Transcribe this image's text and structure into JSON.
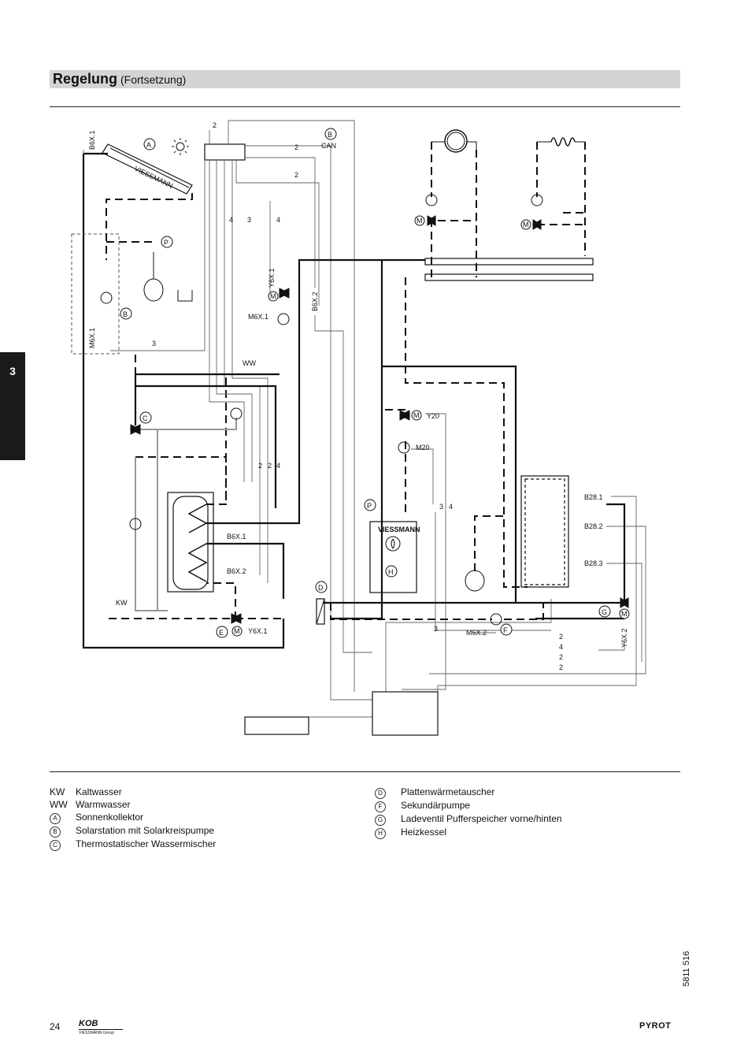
{
  "header": {
    "title": "Regelung",
    "subtitle": "(Fortsetzung)"
  },
  "chapter_tab": "3",
  "diagram_labels": {
    "A": "A",
    "B": "B",
    "C": "C",
    "D": "D",
    "E": "E",
    "F": "F",
    "G": "G",
    "H": "H",
    "can": "CAN",
    "b6x1_top": "B6X.1",
    "m6x1_left": "M6X.1",
    "y6x1_mid": "Y6X.1",
    "b6x2_mid": "B6X.2",
    "m6x1_mid": "M6X.1",
    "ww": "WW",
    "kw": "KW",
    "b6x1_tank": "B6X.1",
    "b6x2_tank": "B6X.2",
    "y6x1_bottom": "Y6X.1",
    "y20": "Y20",
    "m20": "M20",
    "m6x2": "M6X.2",
    "b28_1": "B28.1",
    "b28_2": "B28.2",
    "b28_3": "B28.3",
    "y6x2": "Y6X.2",
    "n2": "2",
    "n3": "3",
    "n4": "4",
    "m": "M",
    "p": "P",
    "brand": "VIESSMANN"
  },
  "legend_left": [
    {
      "key": "KW",
      "text": "Kaltwasser"
    },
    {
      "key": "WW",
      "text": "Warmwasser"
    },
    {
      "key": "A",
      "text": "Sonnenkollektor"
    },
    {
      "key": "B",
      "text": "Solarstation mit Solarkreispumpe"
    },
    {
      "key": "C",
      "text": "Thermostatischer Wassermischer"
    }
  ],
  "legend_right": [
    {
      "key": "D",
      "text": "Plattenwärmetauscher"
    },
    {
      "key": "F",
      "text": "Sekundärpumpe"
    },
    {
      "key": "G",
      "text": "Ladeventil Pufferspeicher vorne/hinten"
    },
    {
      "key": "H",
      "text": "Heizkessel"
    }
  ],
  "footer": {
    "page_number": "24",
    "logo_text": "KOB",
    "logo_sub": "VIESSMANN Group",
    "brand": "PYROT",
    "doc_number": "5811 516"
  }
}
